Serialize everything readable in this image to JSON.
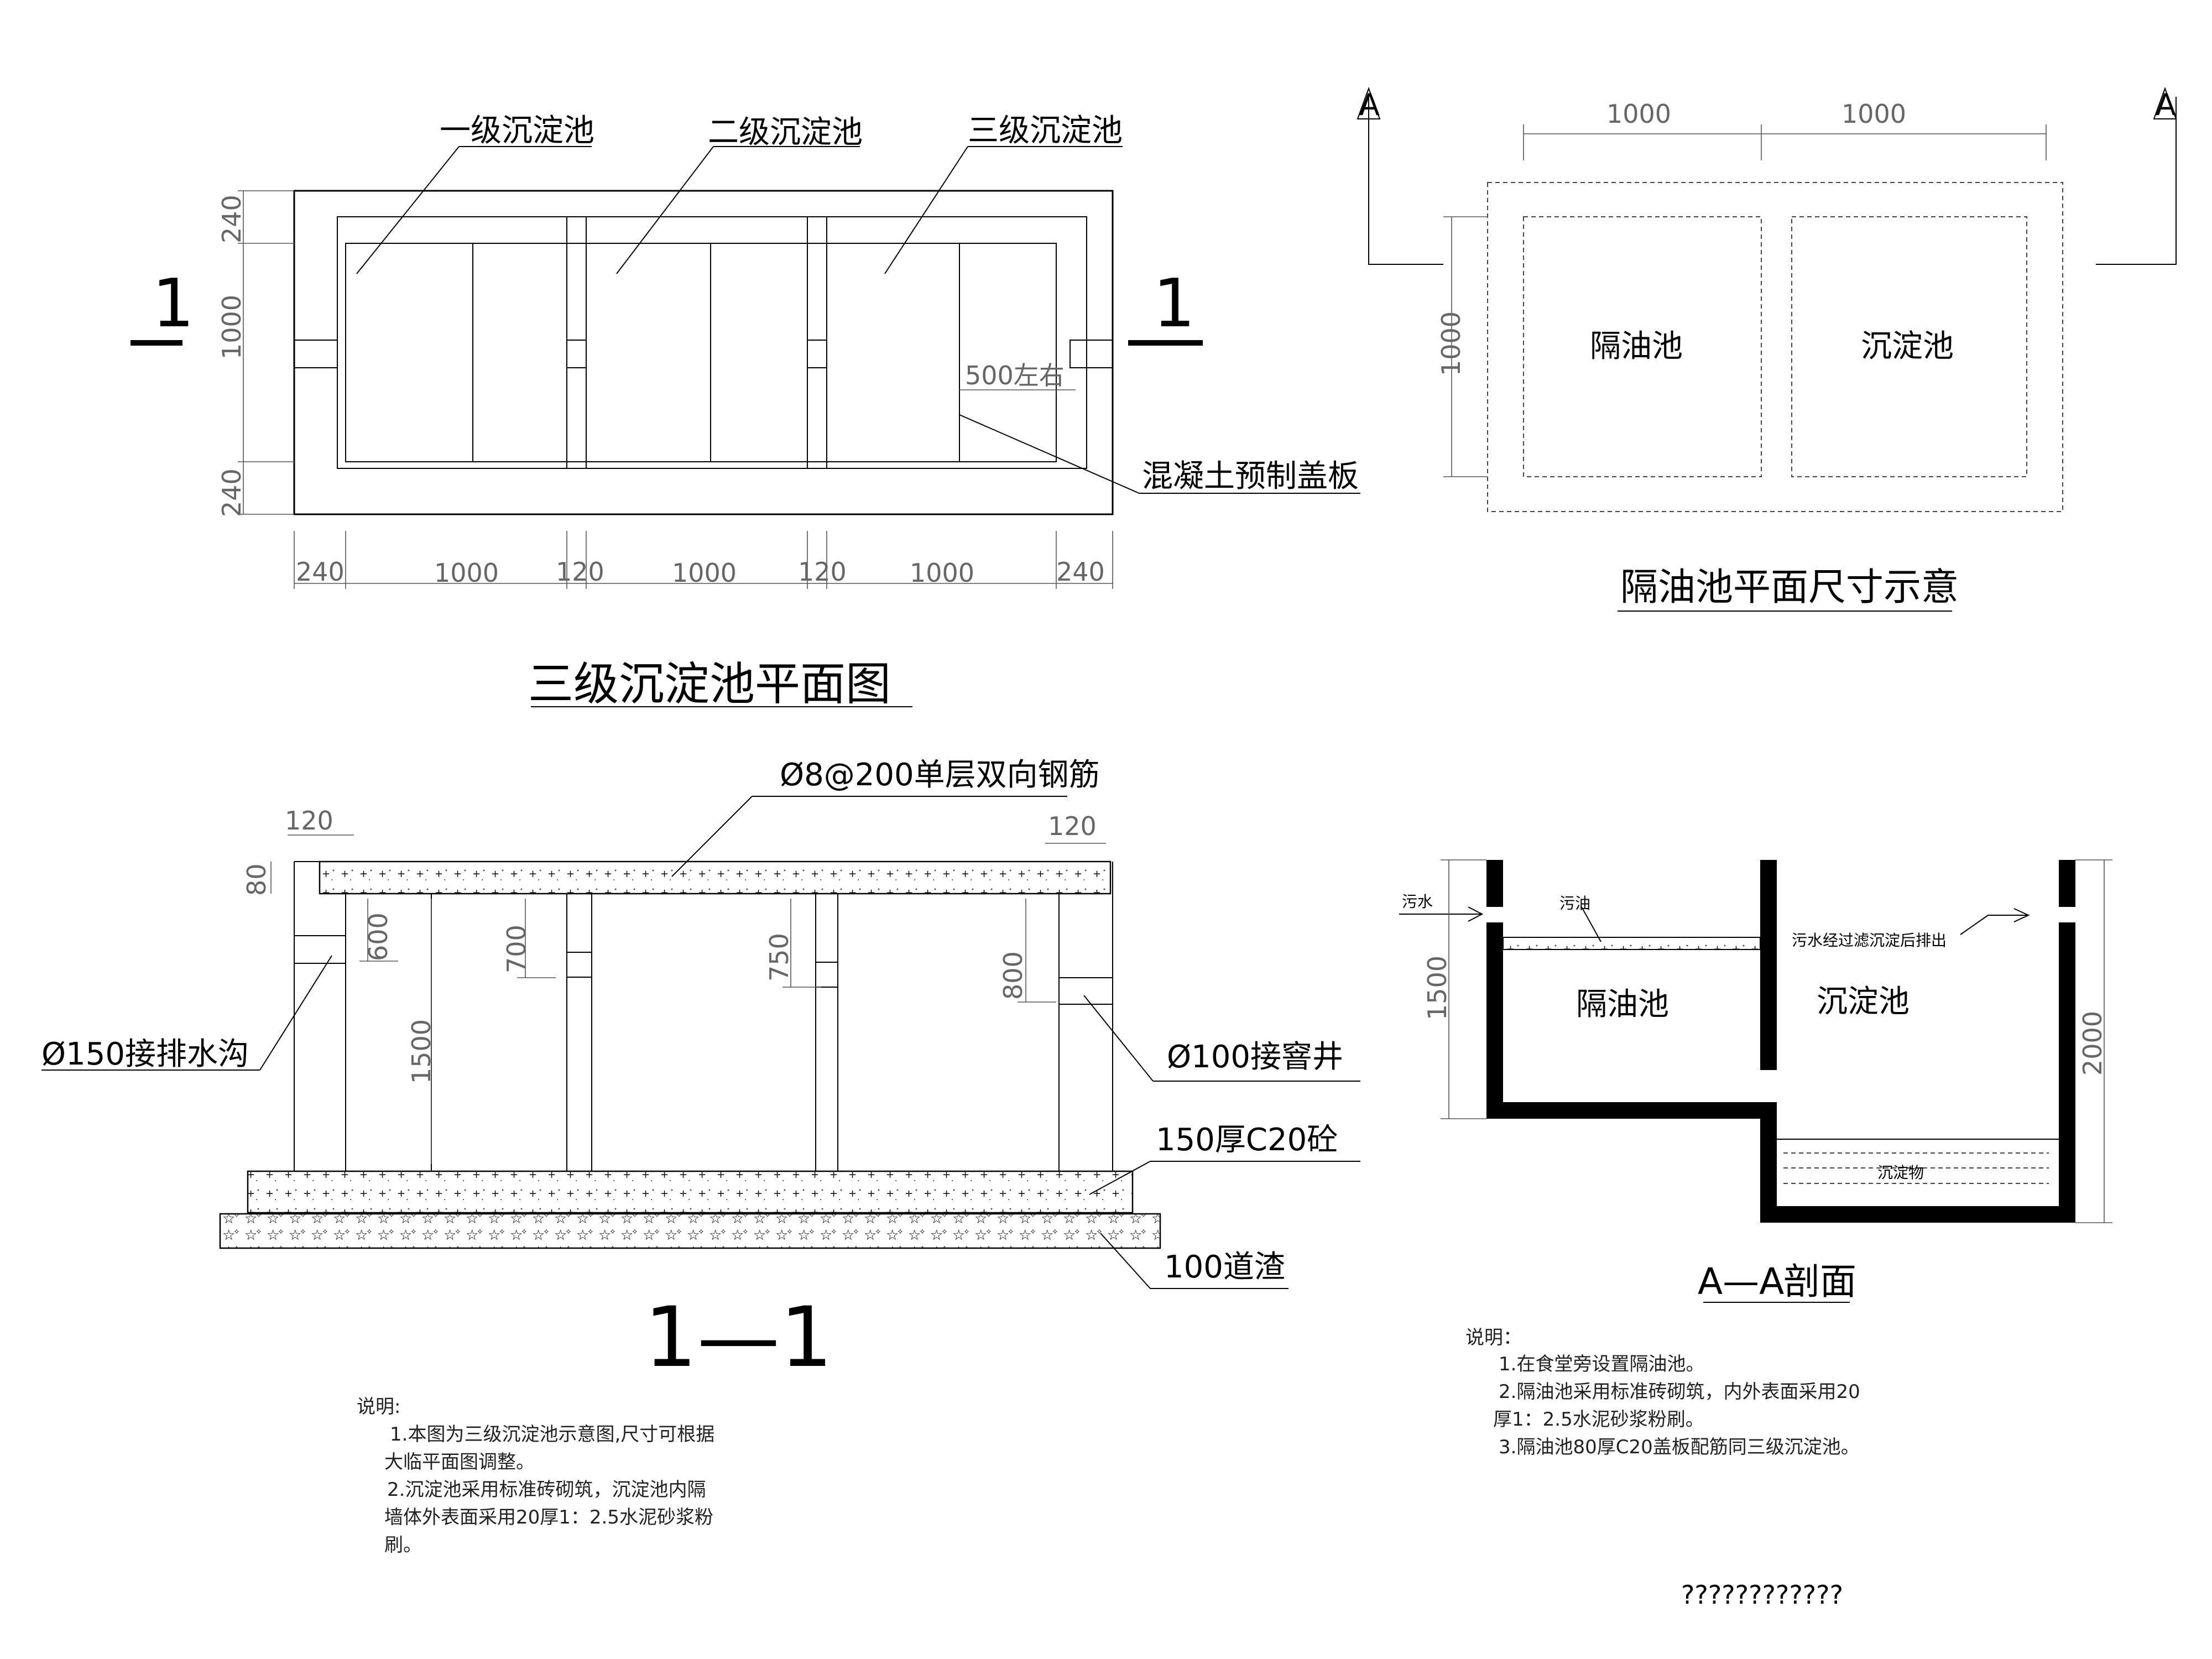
{
  "plan": {
    "tank1": "一级沉淀池",
    "tank2": "二级沉淀池",
    "tank3": "三级沉淀池",
    "cover_label": "混凝土预制盖板",
    "approx_500": "500左右",
    "section_mark": "1",
    "dim_h_240": "240",
    "dim_h_1000": "1000",
    "dim_h_120": "120",
    "dim_v_240": "240",
    "dim_v_1000": "1000",
    "title": "三级沉淀池平面图"
  },
  "grease_plan": {
    "dim_1000": "1000",
    "pool_grease": "隔油池",
    "pool_settle": "沉淀池",
    "section_mark": "A",
    "title": "隔油池平面尺寸示意"
  },
  "section_1_1": {
    "rebar": "Ø8@200单层双向钢筋",
    "dim_120": "120",
    "dim_80": "80",
    "dim_600": "600",
    "dim_700": "700",
    "dim_750": "750",
    "dim_800": "800",
    "dim_1500": "1500",
    "inlet": "Ø150接排水沟",
    "outlet": "Ø100接窨井",
    "concrete": "150厚C20砼",
    "ballast": "100道渣",
    "title": "1—1"
  },
  "section_a_a": {
    "sewage": "污水",
    "grease": "污油",
    "discharge": "污水经过滤沉淀后排出",
    "pool_grease": "隔油池",
    "pool_settle": "沉淀池",
    "sediment": "沉淀物",
    "dim_1500": "1500",
    "dim_2000": "2000",
    "title_a": "A—A",
    "title_b": "剖面"
  },
  "notes_left": {
    "heading": "说明:",
    "l1": "1.本图为三级沉淀池示意图,尺寸可根据",
    "l2": "大临平面图调整。",
    "l3": "2.沉淀池采用标准砖砌筑，沉淀池内隔",
    "l4": "墙体外表面采用20厚1：2.5水泥砂浆粉",
    "l5": "刷。"
  },
  "notes_right": {
    "heading": "说明：",
    "l1": "1.在食堂旁设置隔油池。",
    "l2": "2.隔油池采用标准砖砌筑，内外表面采用20",
    "l3": "厚1：2.5水泥砂浆粉刷。",
    "l4": "3.隔油池80厚C20盖板配筋同三级沉淀池。"
  },
  "footer": "????????????"
}
